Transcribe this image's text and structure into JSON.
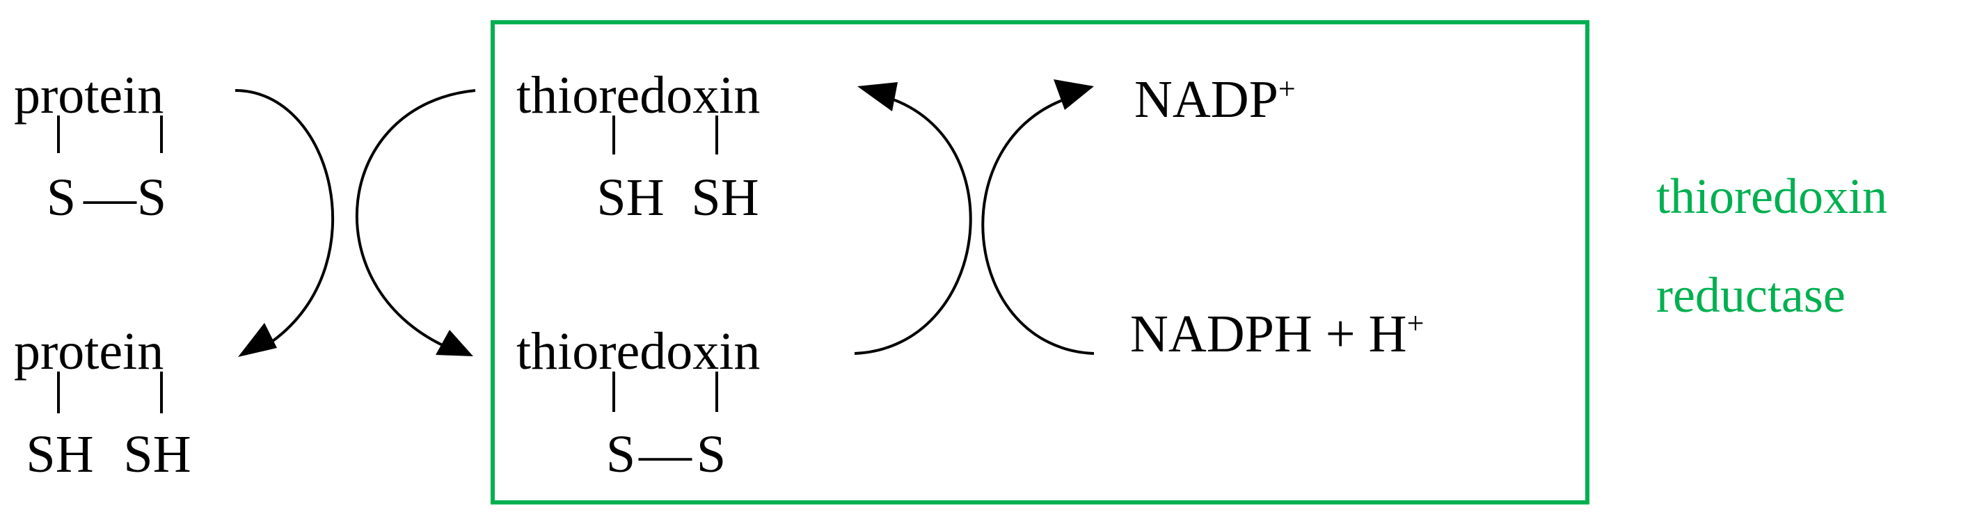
{
  "colors": {
    "enzyme": "#00B050",
    "ink": "#000000",
    "background": "#FFFFFF"
  },
  "protein_oxidized": {
    "name": "protein",
    "s_left": "S",
    "dash": "—",
    "s_right": "S"
  },
  "protein_reduced": {
    "name": "protein",
    "sh_left": "SH",
    "sh_right": "SH"
  },
  "thioredoxin_reduced": {
    "name": "thioredoxin",
    "sh_left": "SH",
    "sh_right": "SH"
  },
  "thioredoxin_oxidized": {
    "name": "thioredoxin",
    "s_left": "S",
    "dash": "—",
    "s_right": "S"
  },
  "nadp": {
    "base": "NADP",
    "charge": "+"
  },
  "nadph": {
    "base": "NADPH + H",
    "charge": "+"
  },
  "enzyme_label": {
    "line1": "thioredoxin",
    "line2": "reductase"
  }
}
